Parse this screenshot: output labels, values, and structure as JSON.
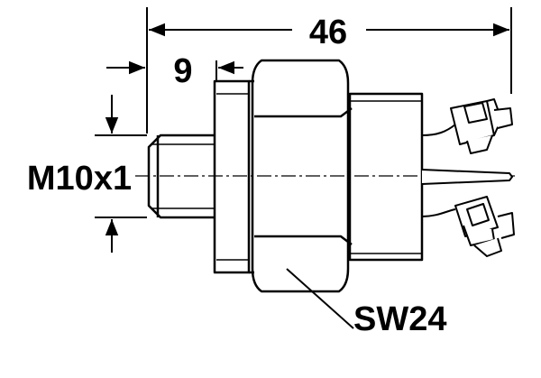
{
  "diagram": {
    "dimensions": {
      "overall_length": "46",
      "thread_length": "9"
    },
    "labels": {
      "thread": "M10x1",
      "wrench_size": "SW24"
    }
  }
}
